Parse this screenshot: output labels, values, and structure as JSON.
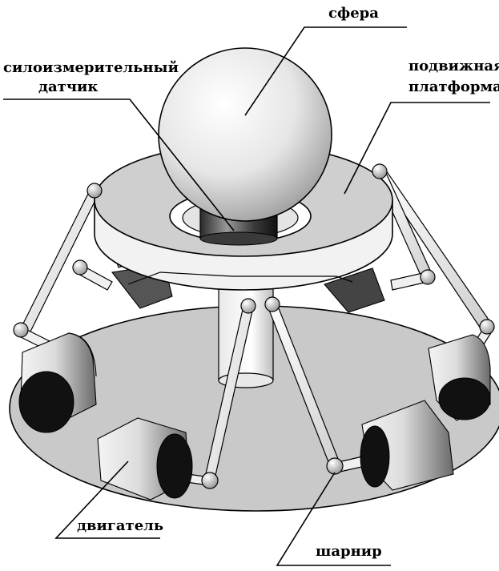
{
  "labels": {
    "sphere": "сфера",
    "sensor_line1": "силоизмерительный",
    "sensor_line2": "датчик",
    "platform_line1": "подвижная",
    "platform_line2": "платформа",
    "motor": "двигатель",
    "joint": "шарнир"
  },
  "colors": {
    "base": "#c9c9c9",
    "platform_top": "#cfcfcf",
    "platform_edge": "#f2f2f2",
    "motor_cap": "#111111",
    "leader": "#000000"
  }
}
